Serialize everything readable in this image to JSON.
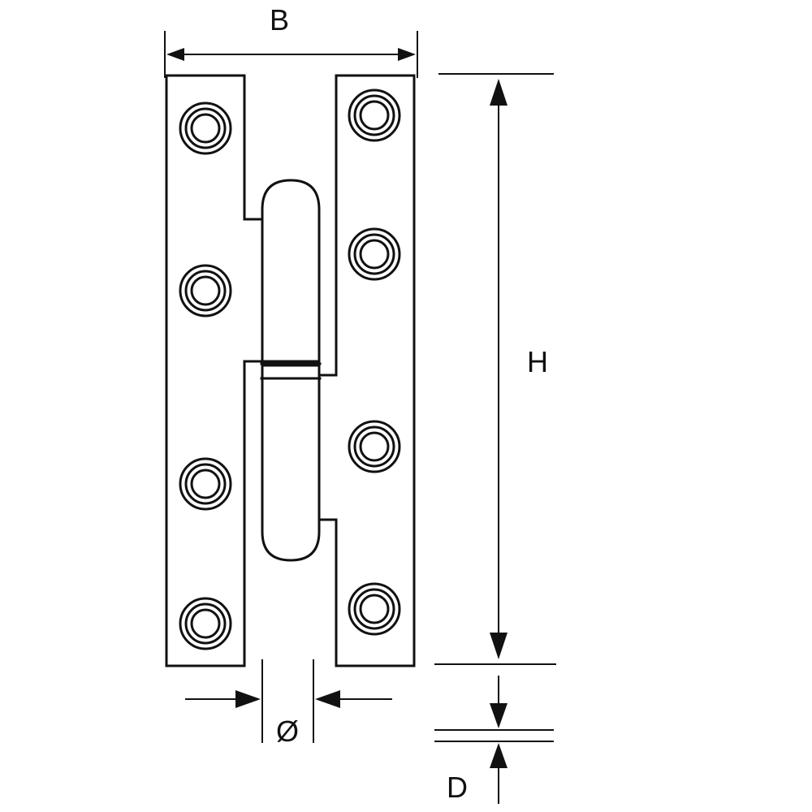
{
  "labels": {
    "width": "B",
    "height": "H",
    "pin_diameter": "Ø",
    "thickness": "D"
  },
  "colors": {
    "line": "#111111",
    "background": "#ffffff"
  }
}
